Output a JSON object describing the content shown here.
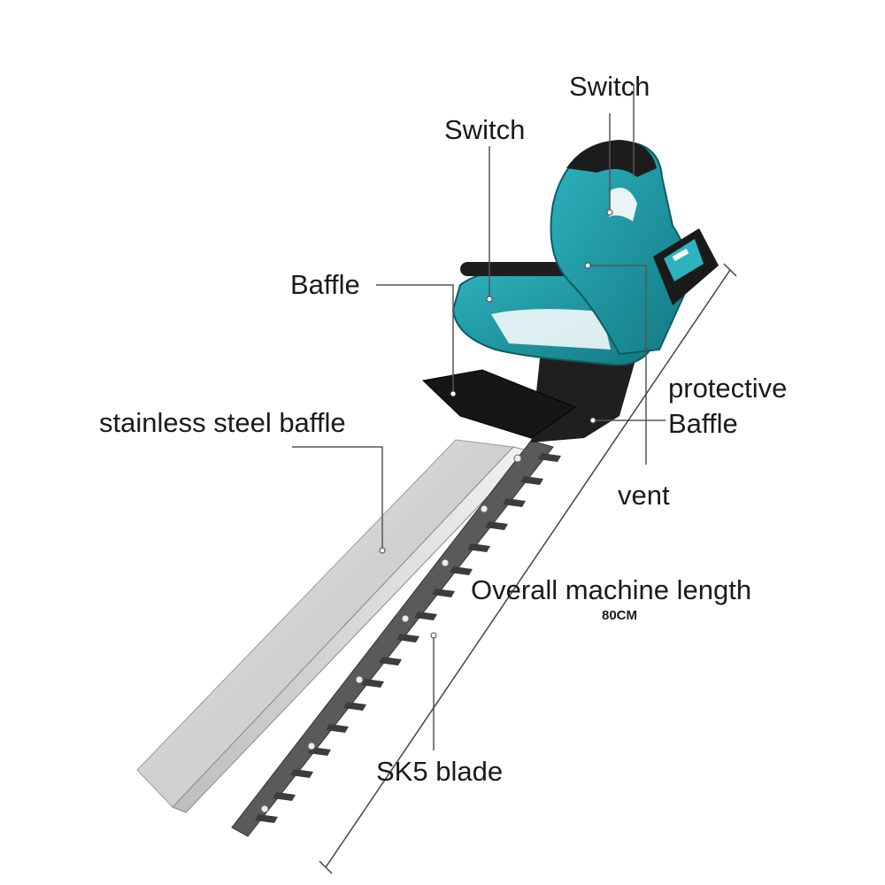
{
  "labels": {
    "switch_top": "Switch",
    "switch_left": "Switch",
    "baffle": "Baffle",
    "stainless_steel_baffle": "stainless steel baffle",
    "protective_line1": "protective",
    "protective_line2": "Baffle",
    "vent": "vent",
    "overall_length": "Overall machine length",
    "length_value": "80CM",
    "sk5_blade": "SK5 blade"
  },
  "colors": {
    "body_teal": "#1b9aa6",
    "body_dark": "#222222",
    "steel": "#d9d9d9",
    "leader_line": "#555555"
  }
}
